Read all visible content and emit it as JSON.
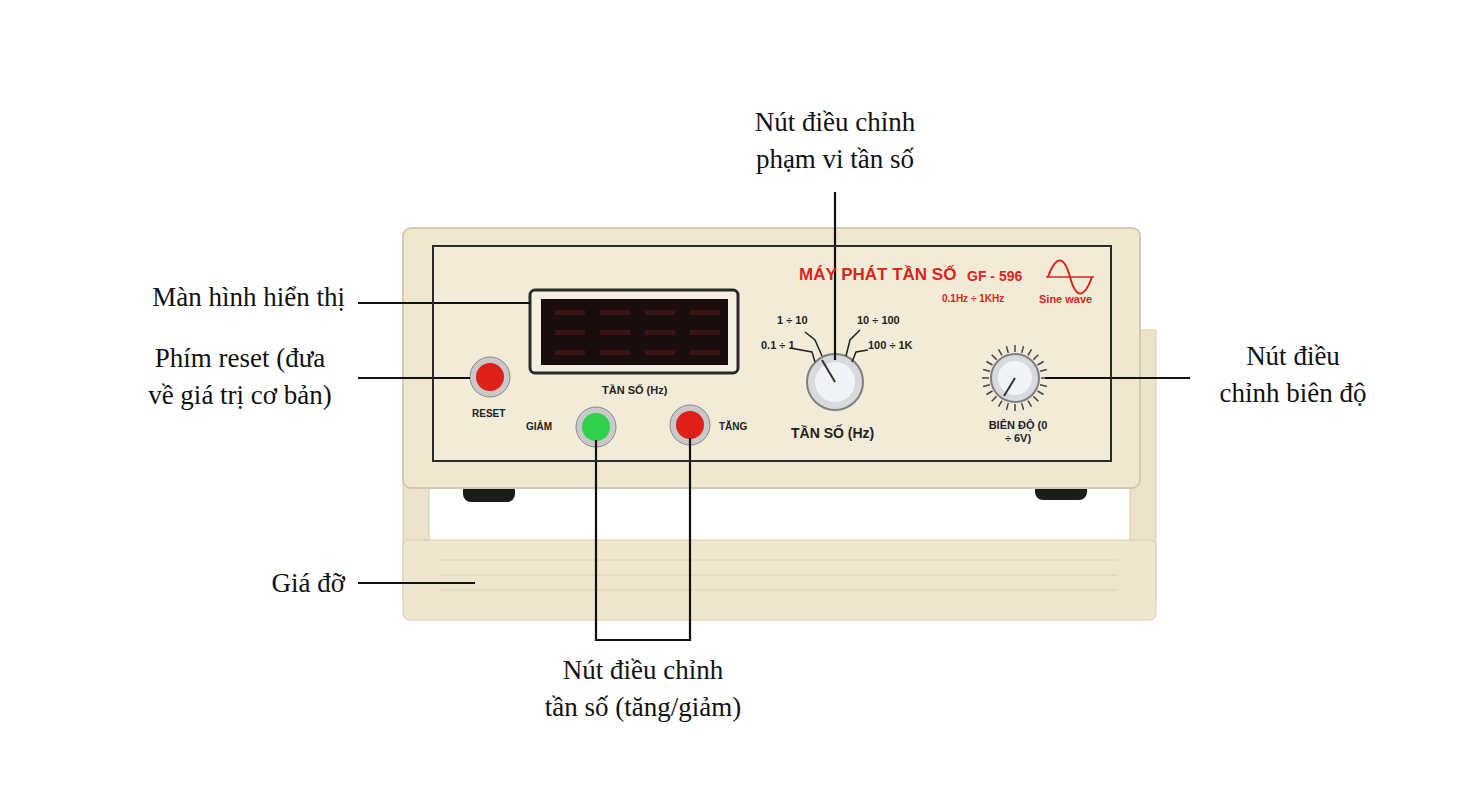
{
  "diagram": {
    "nodes": [
      {
        "text": [
          "MÁY PHÁT TẦN SỐ",
          "GF - 596",
          "0.1Hz ÷ 1KHz",
          "Sine wave",
          "RESET",
          "TẦN SỐ (Hz)",
          "GIẢM",
          "TĂNG",
          "1 ÷ 10",
          "10 ÷ 100",
          "0.1 ÷ 1",
          "100 ÷ 1K",
          "TẦN SỐ (Hz)",
          "BIÊN ĐỘ (0 ÷ 6V)"
        ]
      }
    ],
    "labels": [
      "Màn hình hiển thị",
      "Phím reset (đưa về giá trị cơ bản)",
      "Giá đỡ",
      "Nút điều chỉnh phạm vi tần số",
      "Nút điều chỉnh biên độ",
      "Nút điều chỉnh tần số (tăng/giảm)"
    ]
  }
}
